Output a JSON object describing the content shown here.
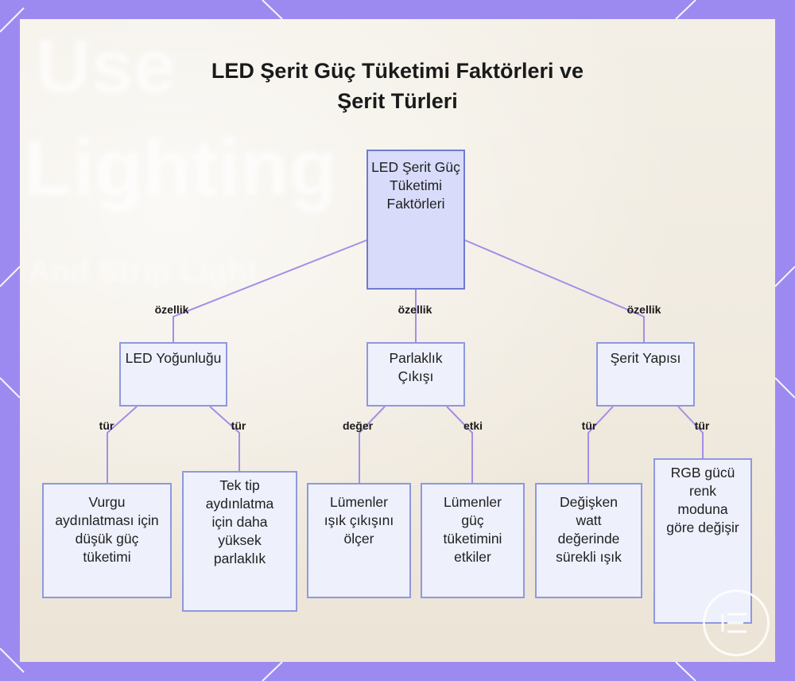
{
  "title_lines": [
    "LED Şerit Güç Tüketimi Faktörleri ve",
    "Şerit Türleri"
  ],
  "background_words": [
    "Use",
    "Lighting",
    "And Strip Light"
  ],
  "nodes": {
    "root": "LED Şerit Güç Tüketimi Faktörleri",
    "led_density": "LED Yoğunluğu",
    "brightness": "Parlaklık Çıkışı",
    "strip_structure": "Şerit Yapısı",
    "accent_lighting": "Vurgu aydınlatması için düşük güç tüketimi",
    "single_type": "Tek tip aydınlatma için daha yüksek parlaklık",
    "lumens_measure": "Lümenler ışık çıkışını ölçer",
    "lumens_affect": "Lümenler güç tüketimini etkiler",
    "variable_watt": "Değişken watt değerinde sürekli ışık",
    "rgb_power": "RGB gücü renk moduna göre değişir"
  },
  "edge_labels": {
    "root_led_density": "özellik",
    "root_brightness": "özellik",
    "root_strip_structure": "özellik",
    "led_density_accent": "tür",
    "led_density_single": "tür",
    "brightness_measure": "değer",
    "brightness_affect": "etki",
    "strip_variable": "tür",
    "strip_rgb": "tür"
  },
  "colors": {
    "frame": "#9d8af0",
    "edge": "#a48ee6",
    "node_fill": "#eef0fc",
    "node_border": "#8f98de",
    "root_fill": "#d8dcfa"
  },
  "icons": {
    "logo": "circle-logo-icon"
  }
}
